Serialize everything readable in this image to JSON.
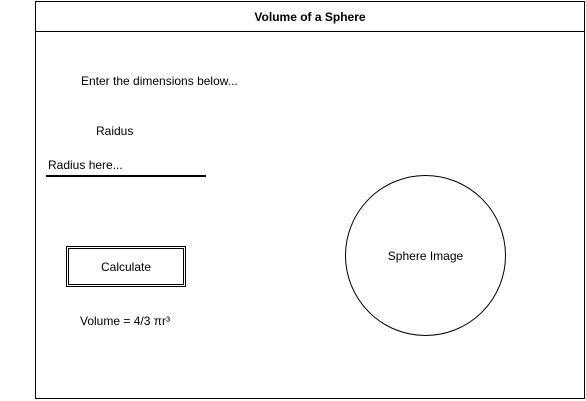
{
  "window": {
    "title": "Volume of a Sphere"
  },
  "main": {
    "instructions": "Enter the dimensions below...",
    "radius_label": "Raidus",
    "radius_input": {
      "value": "",
      "placeholder": "Radius here..."
    },
    "calculate_label": "Calculate",
    "formula": "Volume = 4/3 πr³",
    "sphere_image_label": "Sphere Image"
  }
}
